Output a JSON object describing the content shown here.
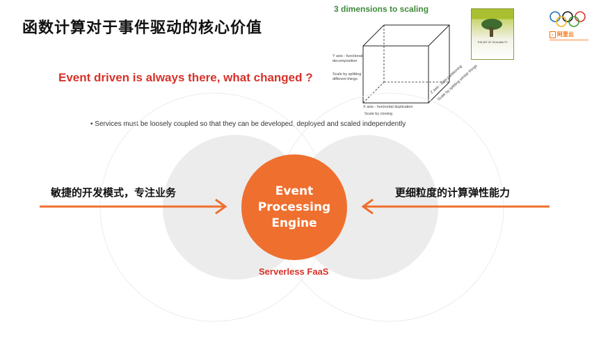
{
  "slide": {
    "title": "函数计算对于事件驱动的核心价值",
    "subtitle": "Event driven is always there, what changed ?",
    "note": "• Services must be loosely coupled so that they can be developed, deployed and scaled independently"
  },
  "scaling_figure": {
    "title": "3 dimensions to scaling",
    "y_axis_label": "Y axis - functional decomposition",
    "y_axis_sub": "Scale by splitting different things",
    "x_axis_label": "X axis - horizontal duplication",
    "x_axis_sub": "Scale by cloning",
    "z_axis_label": "Z axis - data partitioning",
    "z_axis_sub": "Scale by splitting similar things",
    "book_title": "THE ART OF SCALABILITY"
  },
  "branding": {
    "aliyun_label": "阿里云"
  },
  "diagram": {
    "left_label": "敏捷的开发模式，专注业务",
    "right_label": "更细粒度的计算弹性能力",
    "engine_line1": "Event",
    "engine_line2": "Processing",
    "engine_line3": "Engine",
    "engine_caption": "Serverless FaaS"
  },
  "colors": {
    "accent_orange": "#ef6f2e",
    "title_red": "#d6322a",
    "figure_green": "#3f8a3a",
    "brand_orange": "#ff6a00"
  }
}
